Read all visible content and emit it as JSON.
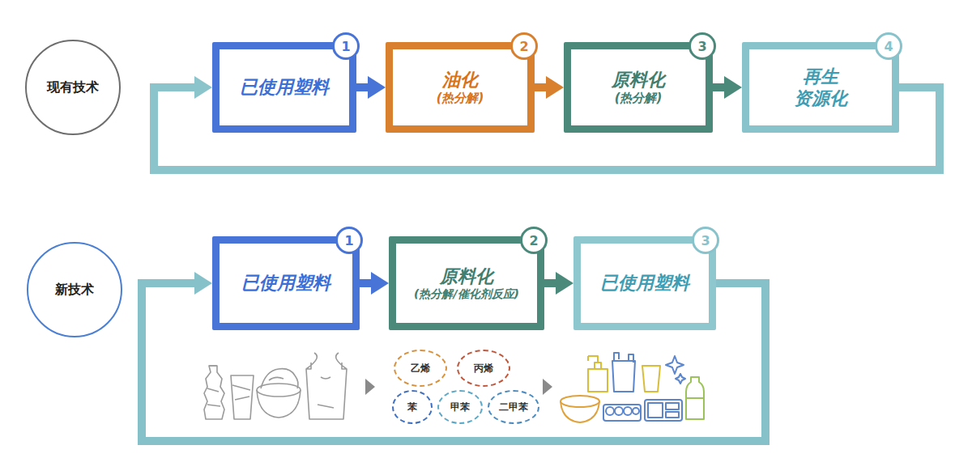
{
  "diagram": {
    "nodes": [
      {
        "text": [
          "现有技术"
        ]
      },
      {
        "text": [
          "已使用塑料"
        ]
      },
      {
        "text": [
          "油化",
          "(热分解)"
        ]
      },
      {
        "text": [
          "原料化",
          "(热分解)"
        ]
      },
      {
        "text": [
          "再生 资源化"
        ]
      },
      {
        "text": [
          "新技术"
        ]
      },
      {
        "text": [
          "已使用塑料"
        ]
      },
      {
        "text": [
          "原料化",
          "(热分解/催化剂反应)"
        ]
      },
      {
        "text": [
          "已使用塑料"
        ]
      },
      {
        "text": [
          "乙烯"
        ]
      },
      {
        "text": [
          "丙烯"
        ]
      },
      {
        "text": [
          "苯"
        ]
      },
      {
        "text": [
          "甲苯"
        ]
      },
      {
        "text": [
          "二甲苯"
        ]
      }
    ],
    "edges": [
      {
        "from": 1,
        "to": 2,
        "arrow": "to"
      },
      {
        "from": 2,
        "to": 3,
        "arrow": "to"
      },
      {
        "from": 3,
        "to": 4,
        "arrow": "to"
      },
      {
        "from": 4,
        "to": 1,
        "arrow": "to"
      },
      {
        "from": 6,
        "to": 7,
        "arrow": "to"
      },
      {
        "from": 7,
        "to": 8,
        "arrow": "to"
      },
      {
        "from": 8,
        "to": 6,
        "arrow": "to"
      }
    ],
    "labels": [
      "1",
      "2",
      "3",
      "4",
      "1",
      "2",
      "3"
    ]
  }
}
